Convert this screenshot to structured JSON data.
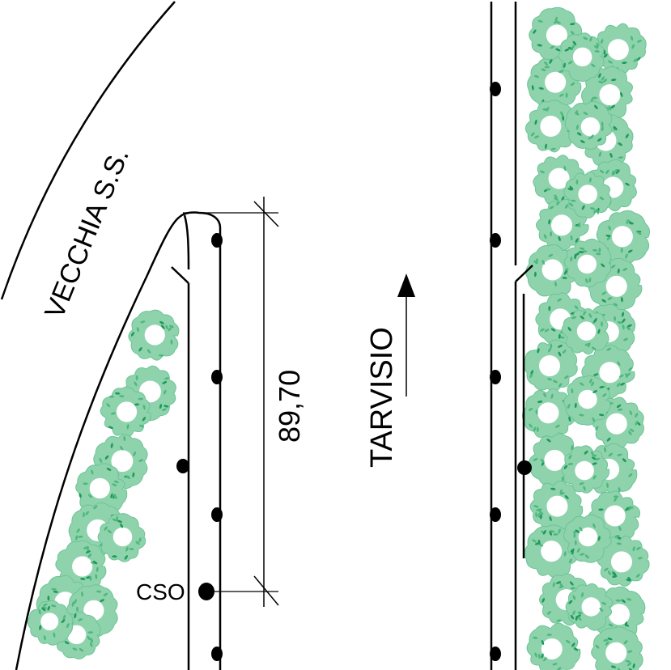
{
  "labels": {
    "old_road": "VECCHIA S.S.",
    "direction": "TARVISIO",
    "dimension": "89,70",
    "point": "CSO"
  },
  "colors": {
    "line": "#000000",
    "vegetation_fill": "#8fd3ac",
    "vegetation_edge": "#6cc496",
    "vegetation_leaf": "#1f9a5c",
    "background": "#ffffff"
  },
  "icons": {
    "direction_arrow": "arrow-up-icon",
    "vegetation": "tree-canopy-icon",
    "post": "post-dot-icon"
  }
}
